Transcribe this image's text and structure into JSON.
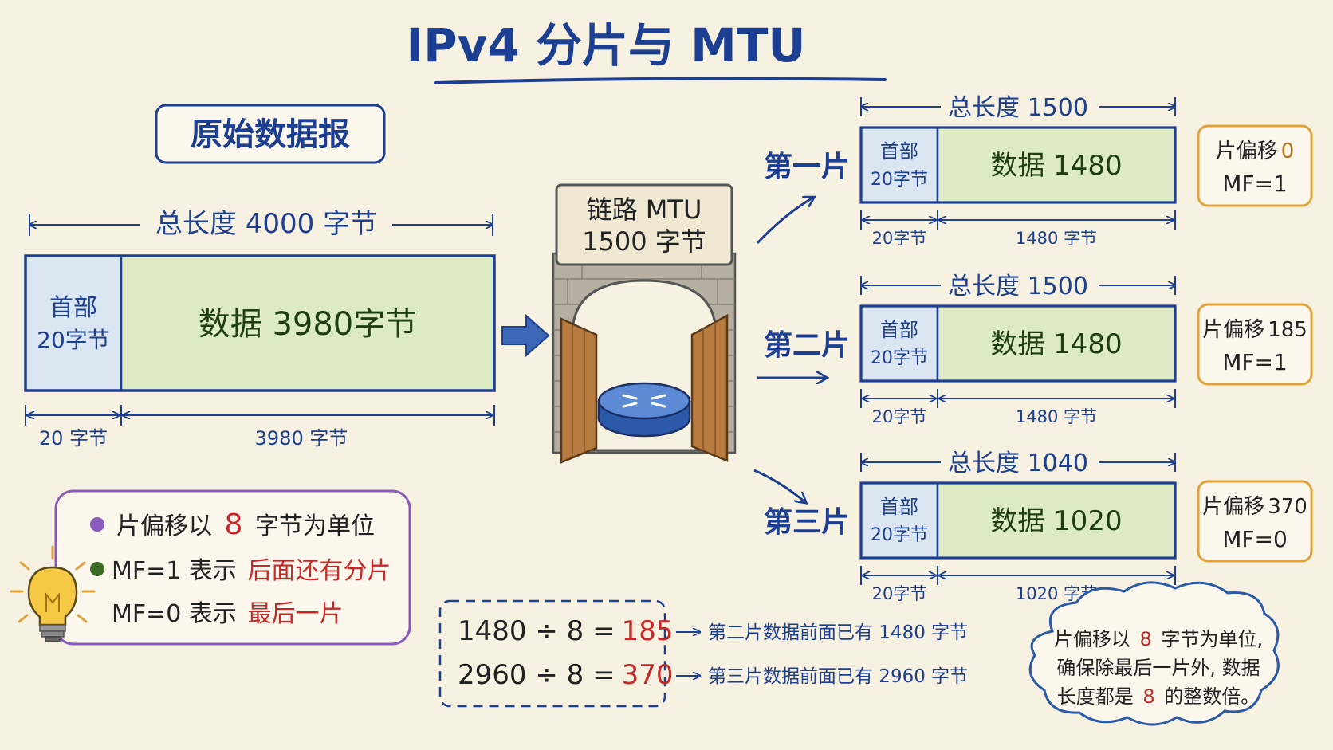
{
  "title": "IPv4 分片与 MTU",
  "original": {
    "tag": "原始数据报",
    "total_label": "总长度 4000 字节",
    "header_line1": "首部",
    "header_line2": "20字节",
    "data_label": "数据 3980字节",
    "header_dim": "20 字节",
    "data_dim": "3980 字节"
  },
  "router": {
    "sign_line1": "链路 MTU",
    "sign_line2": "1500 字节"
  },
  "fragments": [
    {
      "name": "第一片",
      "total": "总长度 1500",
      "header_line1": "首部",
      "header_line2": "20字节",
      "data": "数据 1480",
      "header_dim": "20字节",
      "data_dim": "1480 字节",
      "offset": "片偏移",
      "offset_value": "0",
      "mf": "MF=1"
    },
    {
      "name": "第二片",
      "total": "总长度 1500",
      "header_line1": "首部",
      "header_line2": "20字节",
      "data": "数据 1480",
      "header_dim": "20字节",
      "data_dim": "1480 字节",
      "offset": "片偏移",
      "offset_value": "185",
      "mf": "MF=1"
    },
    {
      "name": "第三片",
      "total": "总长度 1040",
      "header_line1": "首部",
      "header_line2": "20字节",
      "data": "数据 1020",
      "header_dim": "20字节",
      "data_dim": "1020 字节",
      "offset": "片偏移",
      "offset_value": "370",
      "mf": "MF=0"
    }
  ],
  "notes": {
    "line1_a": "片偏移以",
    "line1_num": "8",
    "line1_b": "字节为单位",
    "line2_a": "MF=1 表示",
    "line2_b": "后面还有分片",
    "line3_a": "MF=0 表示",
    "line3_b": "最后一片"
  },
  "calc": [
    {
      "expr": "1480 ÷ 8 =",
      "result": "185",
      "note": "第二片数据前面已有 1480 字节"
    },
    {
      "expr": "2960 ÷ 8 =",
      "result": "370",
      "note": "第三片数据前面已有 2960 字节"
    }
  ],
  "cloud": {
    "line1_a": "片偏移以",
    "line1_num": "8",
    "line1_b": "字节为单位,",
    "line2": "确保除最后一片外, 数据",
    "line3_a": "长度都是",
    "line3_num": "8",
    "line3_b": "的整数倍。"
  },
  "colors": {
    "ink": "#1d3f91",
    "header_fill": "#dbe6f3",
    "data_fill": "#dcebc4",
    "tag_border": "#e0a23a",
    "note_border": "#8a5bbd",
    "highlight": "#c62828"
  }
}
